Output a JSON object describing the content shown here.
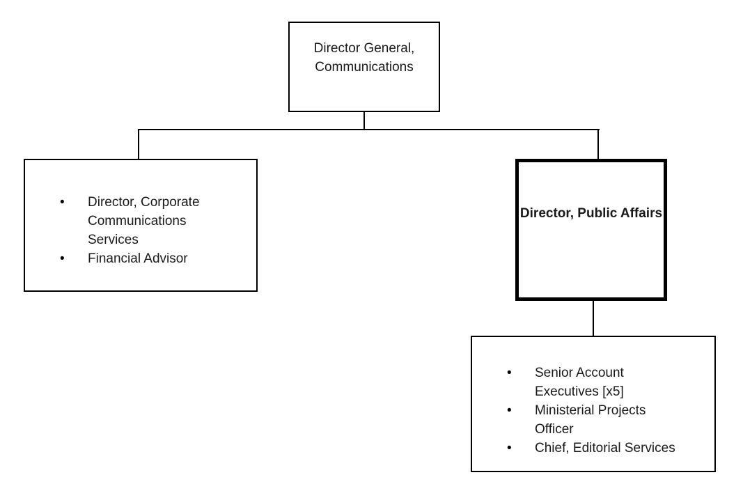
{
  "chart_data": {
    "type": "diagram",
    "diagram_type": "organizational-chart",
    "orientation": "top-down",
    "nodes": [
      {
        "id": "dg",
        "label": "Director General,\nCommunications",
        "emphasis": "normal",
        "level": 0
      },
      {
        "id": "left-group",
        "label": "",
        "emphasis": "normal",
        "level": 1,
        "items": [
          "Director, Corporate Communications Services",
          "Financial Advisor"
        ]
      },
      {
        "id": "public-affairs",
        "label": "Director, Public Affairs",
        "emphasis": "bold-thick-border",
        "level": 1
      },
      {
        "id": "bottom-group",
        "label": "",
        "emphasis": "normal",
        "level": 2,
        "items": [
          "Senior Account Executives [x5]",
          "Ministerial Projects Officer",
          "Chief, Editorial Services"
        ]
      }
    ],
    "edges": [
      {
        "from": "dg",
        "to": "left-group"
      },
      {
        "from": "dg",
        "to": "public-affairs"
      },
      {
        "from": "public-affairs",
        "to": "bottom-group"
      }
    ],
    "colors": {
      "background": "#ffffff",
      "box_border": "#000000",
      "connector": "#000000",
      "text": "#1a1a1a"
    }
  },
  "nodes": {
    "director_general": {
      "title": "Director General,\nCommunications"
    },
    "corporate_group": {
      "items": [
        "Director, Corporate Communications Services",
        "Financial Advisor"
      ]
    },
    "public_affairs": {
      "title": "Director, Public Affairs"
    },
    "public_affairs_reports": {
      "items": [
        "Senior Account Executives [x5]",
        "Ministerial Projects Officer",
        "Chief, Editorial Services"
      ]
    }
  }
}
